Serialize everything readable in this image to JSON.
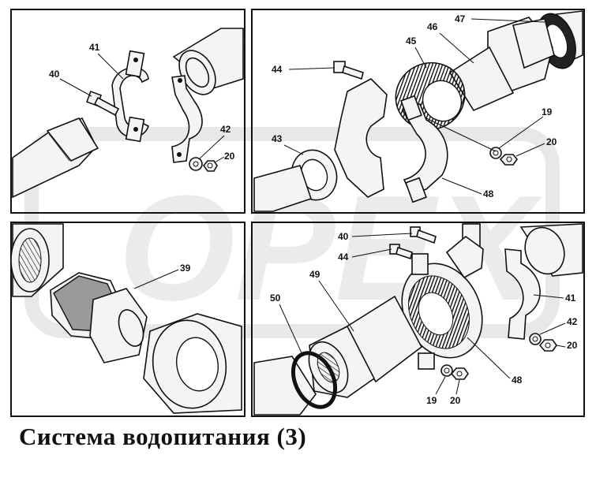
{
  "caption": "Система водопитания (3)",
  "watermark": {
    "text": "OPEX",
    "color": "#d9d9d9"
  },
  "panels": {
    "top_left": {
      "labels": [
        "41",
        "40",
        "42",
        "20"
      ]
    },
    "top_right": {
      "labels": [
        "47",
        "46",
        "45",
        "44",
        "19",
        "20",
        "43",
        "48"
      ]
    },
    "bottom_left": {
      "labels": [
        "39"
      ]
    },
    "bottom_right": {
      "labels": [
        "40",
        "44",
        "49",
        "41",
        "50",
        "42",
        "20",
        "48",
        "19",
        "20"
      ]
    }
  }
}
